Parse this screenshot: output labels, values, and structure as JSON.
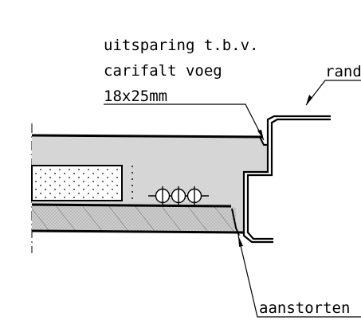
{
  "labels": {
    "groove_line1": "uitsparing t.b.v.",
    "groove_line2": "carifalt voeg",
    "groove_line3": "18x25mm",
    "edge_profile": "rand",
    "pour": "aanstorten"
  },
  "colors": {
    "line": "#000000",
    "concrete_fill": "#d6d6d6",
    "insulation_fill": "#ffffff",
    "screed_fill": "#cfcfcf",
    "background": "#ffffff"
  },
  "pipe_count": 3
}
